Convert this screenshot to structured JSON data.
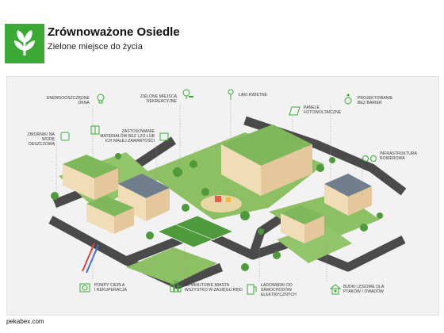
{
  "header": {
    "title": "Zrównoważone Osiedle",
    "subtitle": "Zielone miejsce do życia"
  },
  "labels": {
    "energy_windows": "ENERGOOSZCZĘDNE\nOKNA",
    "green_recreation": "ZIELONE MIEJSCA\nREKREACYJNE",
    "flower_meadows": "ŁĄKI KWIETNE",
    "accessible_design": "PROJEKTOWANIE\nBEZ BARIER",
    "rainwater_tanks": "ZBIORNIKI NA WODĘ\nDESZCZOWĄ",
    "low_voc_materials": "ZASTOSOWANIE\nMATERIAŁÓW BEZ LZO LUB\nICH MAŁEJ ZAWARTOŚCI",
    "solar_panels": "PANELE\nFOTOWOLTAICZNE",
    "bike_infrastructure": "INFRASTRUKTURA\nROWEROWA",
    "heat_pumps": "POMPY CIEPŁA\nI REKUPERACJA",
    "fifteen_minute_city": "15-MINUTOWE MIASTA\nWSZYSTKO W ZASIĘGU RĘKI",
    "ev_chargers": "ŁADOWARKI DO\nSAMOCHODÓW\nELEKTRYCZNYCH",
    "nesting_boxes": "BUDKI LĘGOWE DLA\nPTAKÓW I OWADÓW"
  },
  "footer": {
    "brand": "pekabex.com"
  },
  "colors": {
    "brand_green": "#3aaa35",
    "road": "#4a4a4a",
    "lawn": "#8cc063",
    "building": "#f1dcb8"
  },
  "icons": [
    "leaf-logo-icon",
    "window-icon",
    "lightbulb-icon",
    "tree-bench-icon",
    "flower-icon",
    "wheelchair-icon",
    "rain-tank-icon",
    "paint-can-icon",
    "solar-panel-icon",
    "bicycle-icon",
    "heat-pump-icon",
    "city-buildings-icon",
    "ev-charger-icon",
    "birdhouse-icon"
  ]
}
